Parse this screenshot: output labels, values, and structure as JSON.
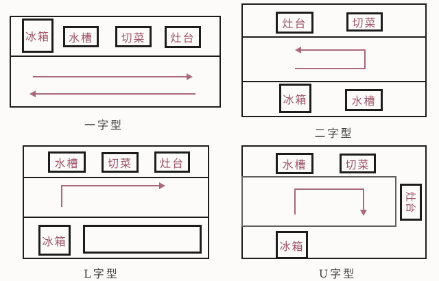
{
  "palette": {
    "background": "#fcfbfa",
    "border": "#1c1c1c",
    "inner_border": "#5f5f5f",
    "label_text": "#9c5265",
    "arrow": "#a8697a",
    "caption_text": "#3e3e3e"
  },
  "labels": {
    "fridge": "冰箱",
    "sink": "水槽",
    "chop": "切菜",
    "stove": "灶台"
  },
  "diagrams": {
    "one_shape": {
      "caption": "一字型"
    },
    "two_shape": {
      "caption": "二字型"
    },
    "l_shape": {
      "caption": "L字型"
    },
    "u_shape": {
      "caption": "U字型"
    }
  }
}
